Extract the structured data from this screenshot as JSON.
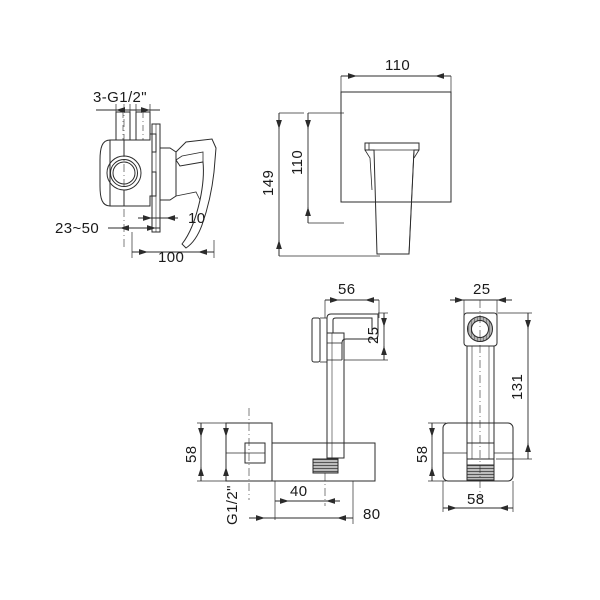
{
  "drawing": {
    "title": "Concealed bidet mixer valve technical drawing",
    "background_color": "#ffffff",
    "line_color": "#2b2b2b",
    "dimension_text_color": "#1a1a1a",
    "units": "mm"
  },
  "views": {
    "side_valve": {
      "name": "Side view of concealed valve body with lever handle",
      "labels": {
        "thread": "3-G1/2\"",
        "wall_depth_range": "23~50",
        "plate_thickness": "10",
        "overall_depth": "100"
      }
    },
    "front_plate": {
      "name": "Front view of square escutcheon plate with lever",
      "labels": {
        "plate_width": "110",
        "plate_height": "110",
        "overall_height": "149"
      }
    },
    "side_holder": {
      "name": "Side view of sprayer, wall holder and outlet elbow",
      "labels": {
        "spray_head_reach": "56",
        "spray_head_height": "25",
        "holder_height": "58",
        "holder_thread": "G1/2\"",
        "holder_offset": "40",
        "overall_projection": "80"
      }
    },
    "front_holder": {
      "name": "Front view of sprayer seated in square wall holder",
      "labels": {
        "spray_head_width": "25",
        "sprayer_height": "131",
        "holder_height": "58",
        "holder_width": "58"
      }
    }
  },
  "dimension_values": {
    "d110_width": "110",
    "d110_height": "110",
    "d149": "149",
    "d100": "100",
    "d10": "10",
    "d23_50": "23~50",
    "thread_3g12": "3-G1/2\"",
    "d56": "56",
    "d25_h": "25",
    "d58_left": "58",
    "g12": "G1/2\"",
    "d40": "40",
    "d80": "80",
    "d25_w": "25",
    "d131": "131",
    "d58_right": "58",
    "d58_bottom": "58"
  }
}
